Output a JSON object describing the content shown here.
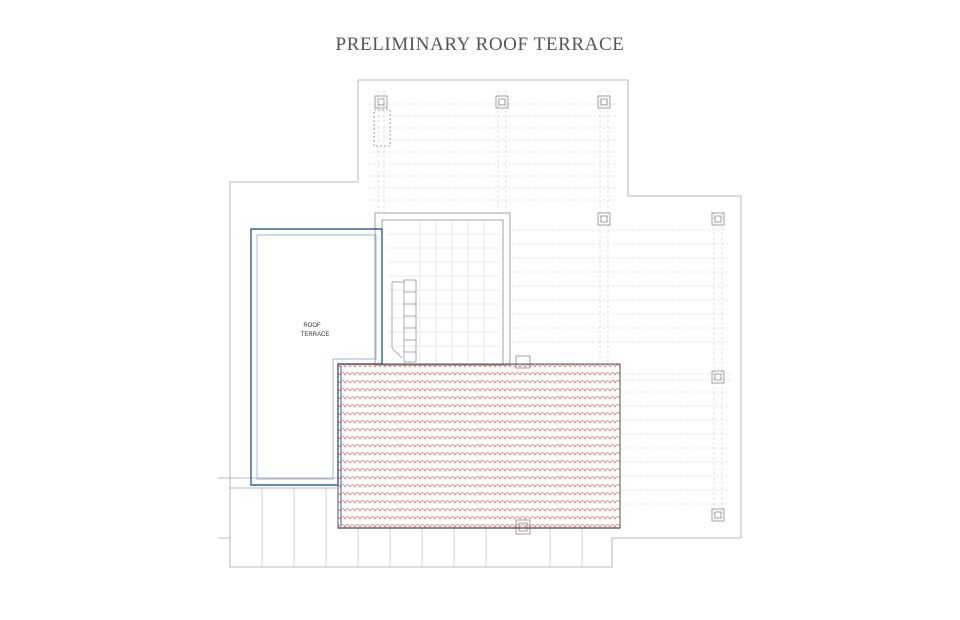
{
  "title": "PRELIMINARY ROOF TERRACE",
  "terrace_label": {
    "line1": "ROOF",
    "line2": "TERRACE"
  },
  "colors": {
    "outline": "#9a9a9a",
    "pergola": "#c8c8c8",
    "terrace_border": "#2f62a3",
    "roof_tile": "#c0504d"
  }
}
